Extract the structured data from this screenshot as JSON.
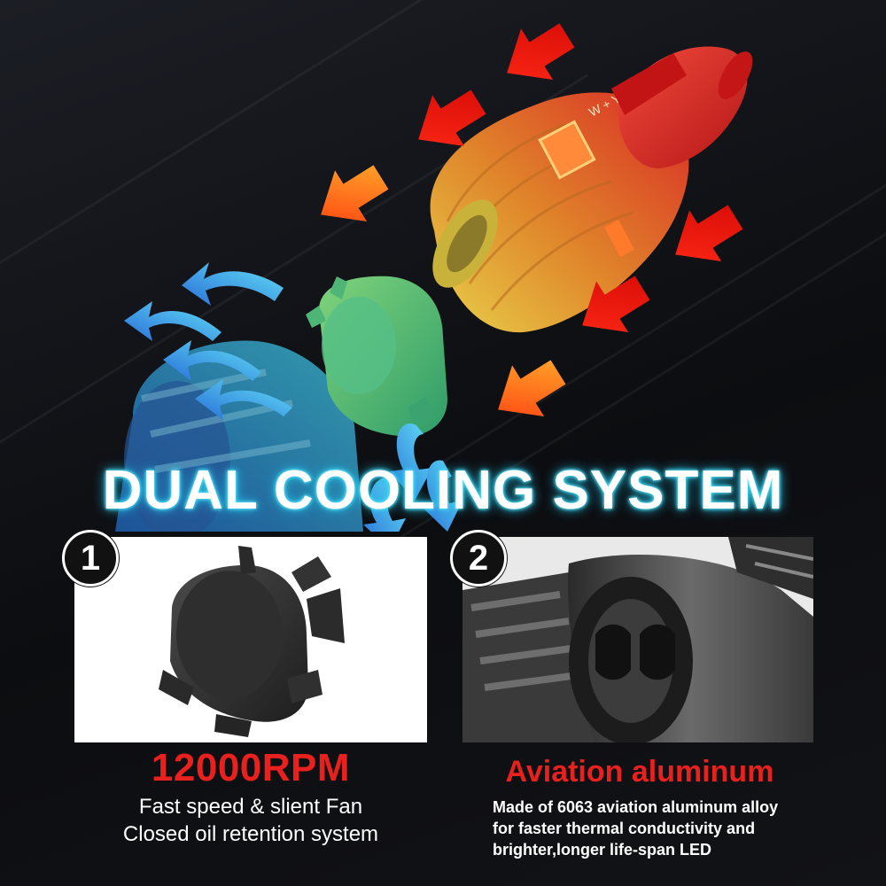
{
  "headline": "DUAL COOLING SYSTEM",
  "hero": {
    "bulb_marking": "W + Y"
  },
  "features": [
    {
      "number": "1",
      "title": "12000RPM",
      "lines": [
        "Fast speed & slient Fan",
        "Closed oil retention system"
      ]
    },
    {
      "number": "2",
      "title": "Aviation aluminum",
      "lines": [
        "Made of 6063 aviation aluminum alloy",
        "for faster thermal conductivity and",
        "brighter,longer life-span LED"
      ]
    }
  ],
  "colors": {
    "title_red": "#e8201e",
    "glow_cyan": "#21bfe8",
    "hot_arrow": "#ff1a0e",
    "warm_arrow": "#ff8a1c",
    "cool_arrow": "#3fc3ea"
  },
  "icons": {
    "hot_air_arrows": "arrow-icon",
    "cool_air_arrows": "curved-arrow-icon"
  }
}
